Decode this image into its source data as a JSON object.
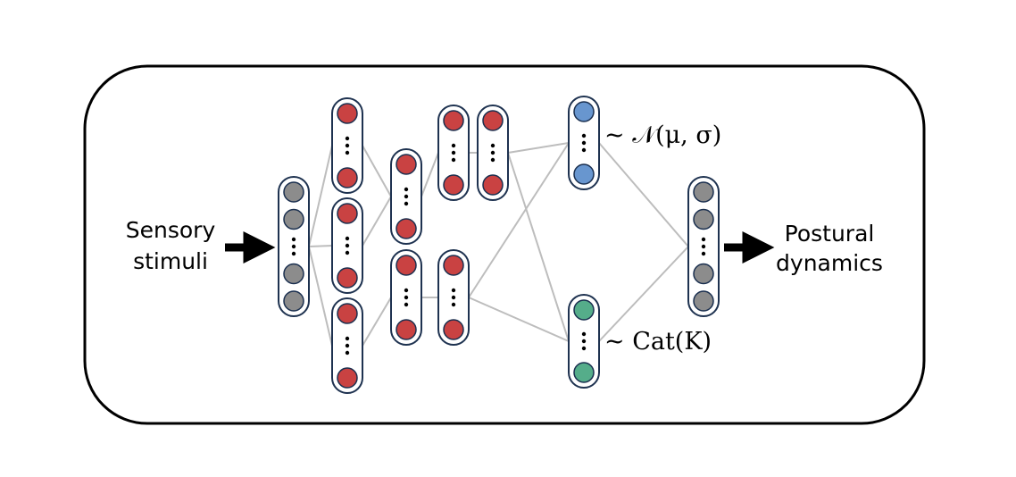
{
  "input_label": [
    "Sensory",
    "stimuli"
  ],
  "output_label": [
    "Postural",
    "dynamics"
  ],
  "gaussian_label": "~ 𝒩(μ, σ)",
  "categorical_label": "~ Cat(K)",
  "colors": {
    "input_node": "#8c8c8c",
    "hidden_node": "#c94242",
    "gaussian_node": "#6896cf",
    "categorical_node": "#55ad8a",
    "output_node": "#8c8c8c",
    "node_stroke": "#1a2f4f",
    "column_stroke": "#1e3250",
    "edge": "#bdbdbd",
    "frame": "#000000"
  },
  "layers": [
    {
      "name": "input-layer",
      "role": "input",
      "nodes": 5
    },
    {
      "name": "hidden-layer-1-top",
      "role": "hidden",
      "nodes": 2
    },
    {
      "name": "hidden-layer-1-mid",
      "role": "hidden",
      "nodes": 2
    },
    {
      "name": "hidden-layer-1-bottom",
      "role": "hidden",
      "nodes": 2
    },
    {
      "name": "hidden-layer-2-top",
      "role": "hidden",
      "nodes": 2
    },
    {
      "name": "hidden-layer-2-bottom",
      "role": "hidden",
      "nodes": 2
    },
    {
      "name": "hidden-layer-3a-top",
      "role": "hidden",
      "nodes": 2
    },
    {
      "name": "hidden-layer-3b-top",
      "role": "hidden",
      "nodes": 2
    },
    {
      "name": "hidden-layer-3-bottom",
      "role": "hidden",
      "nodes": 2
    },
    {
      "name": "gaussian-latent-layer",
      "role": "gaussian",
      "nodes": 2
    },
    {
      "name": "categorical-latent-layer",
      "role": "categorical",
      "nodes": 2
    },
    {
      "name": "output-layer",
      "role": "output",
      "nodes": 5
    }
  ]
}
